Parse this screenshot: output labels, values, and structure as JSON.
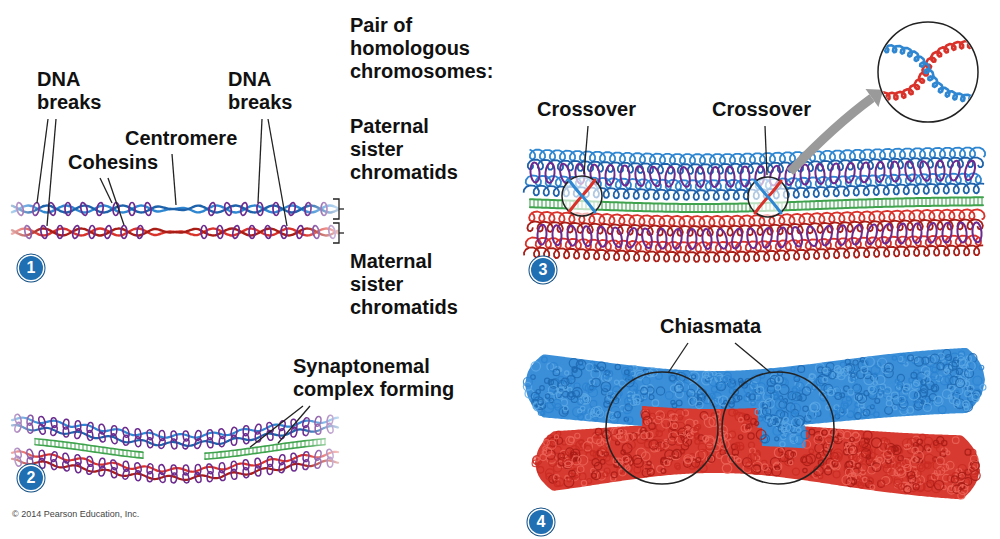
{
  "diagram": {
    "labels": [
      "DNA breaks",
      "DNA breaks",
      "Cohesins",
      "Centromere",
      "Pair of homologous chromosomes:",
      "Paternal sister chromatids",
      "Maternal sister chromatids",
      "1",
      "Synaptonemal complex forming",
      "2",
      "Crossover",
      "Crossover",
      "3",
      "Chiasmata",
      "4",
      "© 2014 Pearson Education, Inc."
    ]
  }
}
